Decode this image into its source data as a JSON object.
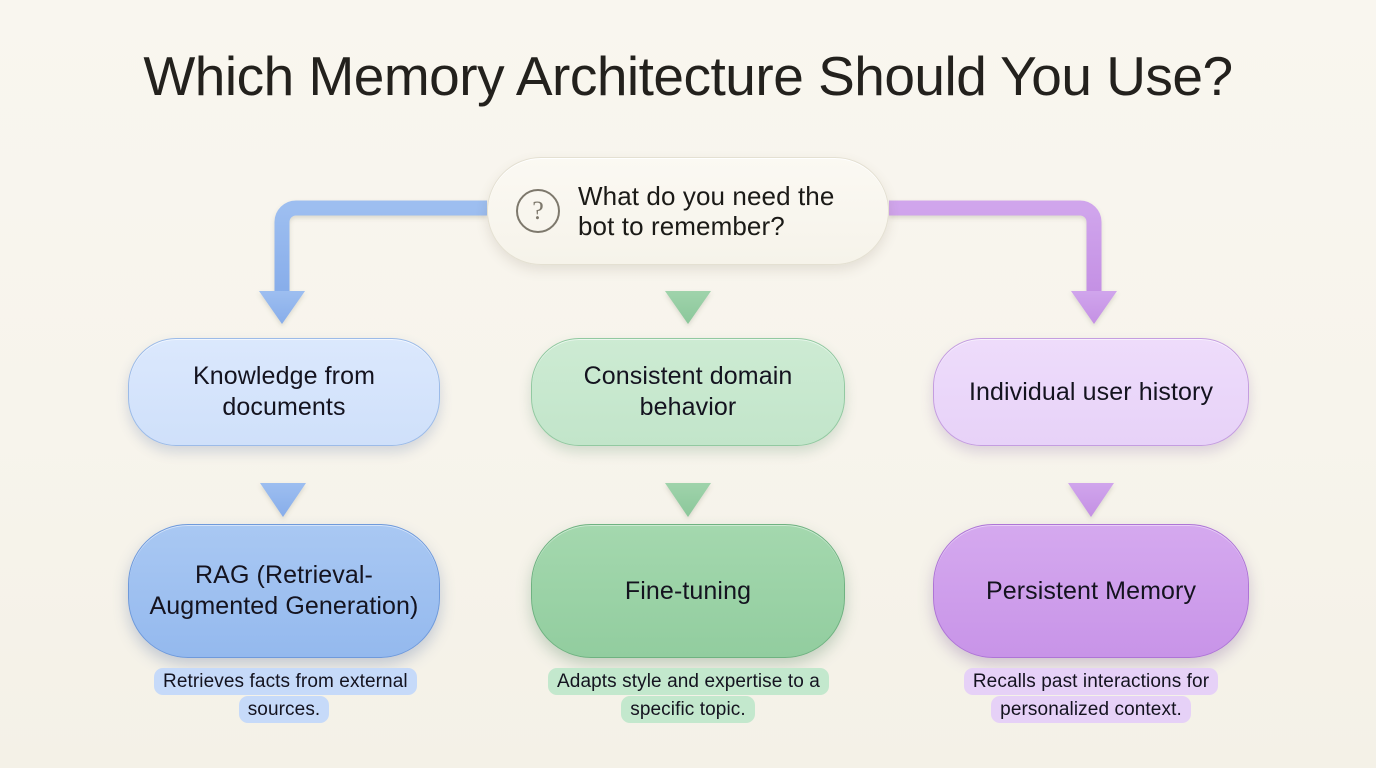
{
  "page": {
    "title": "Which Memory Architecture Should You Use?",
    "background_color": "#f7f4ec"
  },
  "question_node": {
    "icon": "question-mark-circle-icon",
    "text": "What do you need the bot to remember?"
  },
  "branches": [
    {
      "id": "rag",
      "accent_color": "#8fb4e8",
      "condition": "Knowledge from documents",
      "answer": "RAG (Retrieval-Augmented Generation)",
      "caption": "Retrieves facts from external sources."
    },
    {
      "id": "fine-tuning",
      "accent_color": "#8fc79d",
      "condition": "Consistent domain behavior",
      "answer": "Fine-tuning",
      "caption": "Adapts style and expertise to a specific topic."
    },
    {
      "id": "persistent-memory",
      "accent_color": "#c79ce4",
      "condition": "Individual user history",
      "answer": "Persistent Memory",
      "caption": "Recalls past interactions for personalized context."
    }
  ]
}
